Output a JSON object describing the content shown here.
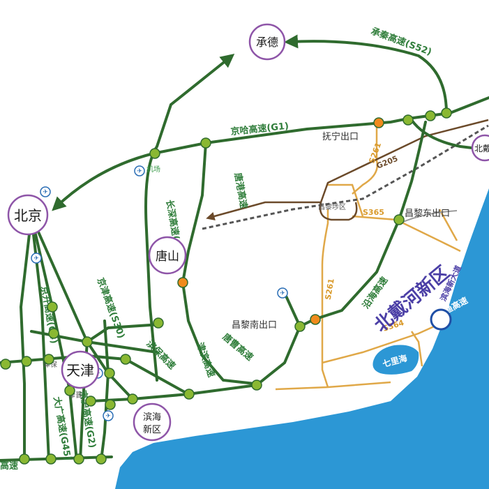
{
  "colors": {
    "sea": "#2c97d5",
    "expressway": "#2f6b2e",
    "provincial": "#e0a848",
    "national_road": "#6b4a2a",
    "railway": "#666666",
    "node": "#8ab832",
    "junction": "#f08a1c",
    "city_ring": "#8e55a8",
    "district_text": "#4b3fa6"
  },
  "cities": {
    "chengde": "承德",
    "beijing": "北京",
    "tianjin": "天津",
    "tangshan": "唐山",
    "binhai_line1": "滨海",
    "binhai_line2": "新区",
    "beidaihe_partial": "北戴"
  },
  "routes": {
    "s52": "承秦高速(S52)",
    "g1": "京哈高速(G1)",
    "g25": "长深高速(G25)",
    "tanggang": "唐港高速",
    "yanhai": "沿海高速",
    "tangcao": "唐曹高速",
    "binbao": "滨保高速",
    "jinghu": "津滨高速",
    "jingjin": "京津高速(S30)",
    "jingkai": "京开高速(G4)",
    "jinghu_g2": "京沪高速(G2)",
    "dagang": "大广高速(G45)",
    "jinbao": "津保",
    "jinjing": "津晋",
    "bottom_left": "高速",
    "g205": "G205",
    "s261_north": "S261",
    "s261_south": "S261",
    "s365": "S365",
    "s364": "S364"
  },
  "exits": {
    "funing": "抚宁出口",
    "changli_east": "昌黎东出口",
    "changli_south": "昌黎南出口",
    "changli_jiaocha": "昌黎埗区",
    "airport": "机场"
  },
  "district": {
    "name": "北戴河新区",
    "coastal_road": "滨海新大道",
    "coastal_expressway": "渔高速",
    "qilihai": "七里海"
  }
}
